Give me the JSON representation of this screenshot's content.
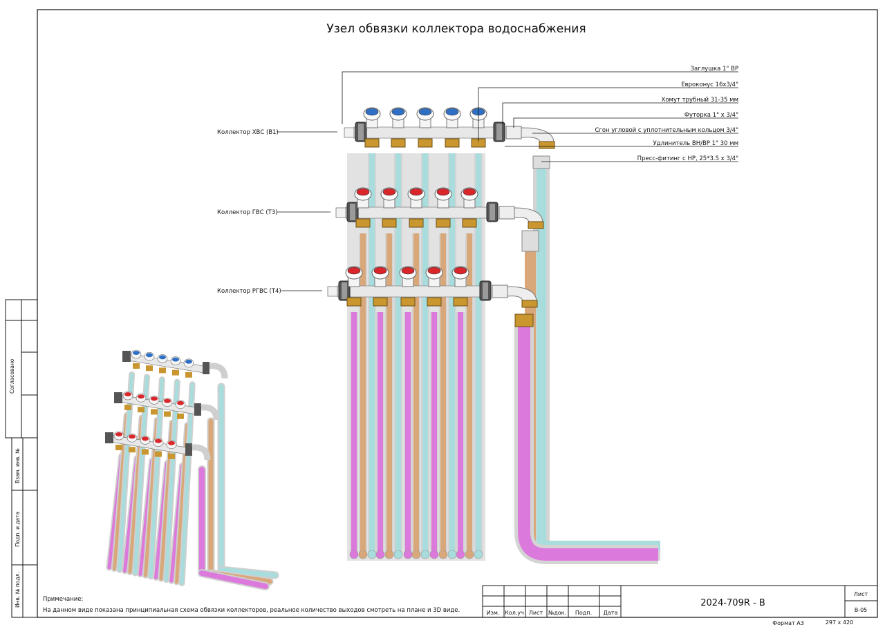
{
  "title": "Узел обвязки коллектора водоснабжения",
  "callouts": {
    "plug": "Заглушка 1\" ВР",
    "eurocone": "Евроконус 16х3/4\"",
    "clamp": "Хомут трубный 31-35 мм",
    "futorka": "Футорка 1\" х 3/4\"",
    "sgon": "Сгон угловой с уплотнительным кольцом 3/4\"",
    "extension": "Удлинитель ВН/ВР 1\" 30 мм",
    "press": "Пресс-фитинг с НР, 25*3.5 х 3/4\""
  },
  "manifolds": {
    "cold": "Коллектор ХВС (В1)",
    "hot": "Коллектор ГВС (Т3)",
    "recirc": "Коллектор РГВС (Т4)"
  },
  "note": {
    "heading": "Примечание:",
    "text": "На данном виде показана принципиальная схема обвязки коллекторов, реальное количество выходов смотреть на плане и 3D виде."
  },
  "stamp": {
    "code": "2024-709R - В",
    "sheet_label": "Лист",
    "sheet_value": "В-05",
    "cols": [
      "Изм.",
      "Кол.уч",
      "Лист",
      "№док.",
      "Подп.",
      "Дата"
    ],
    "format": "Формат А3",
    "size": "297 х 420"
  },
  "side_stamp": {
    "agreed": "Согласовано",
    "replace": "Взам. инв. №",
    "sign_date": "Подп. и дата",
    "inv": "Инв. № подл."
  },
  "colors": {
    "cold": "#a9dcdc",
    "hot": "#d9a87a",
    "recirc": "#dc79dc",
    "brass": "#c9962f",
    "valve_cold": "#2f6fc4",
    "valve_hot": "#d8262b"
  }
}
